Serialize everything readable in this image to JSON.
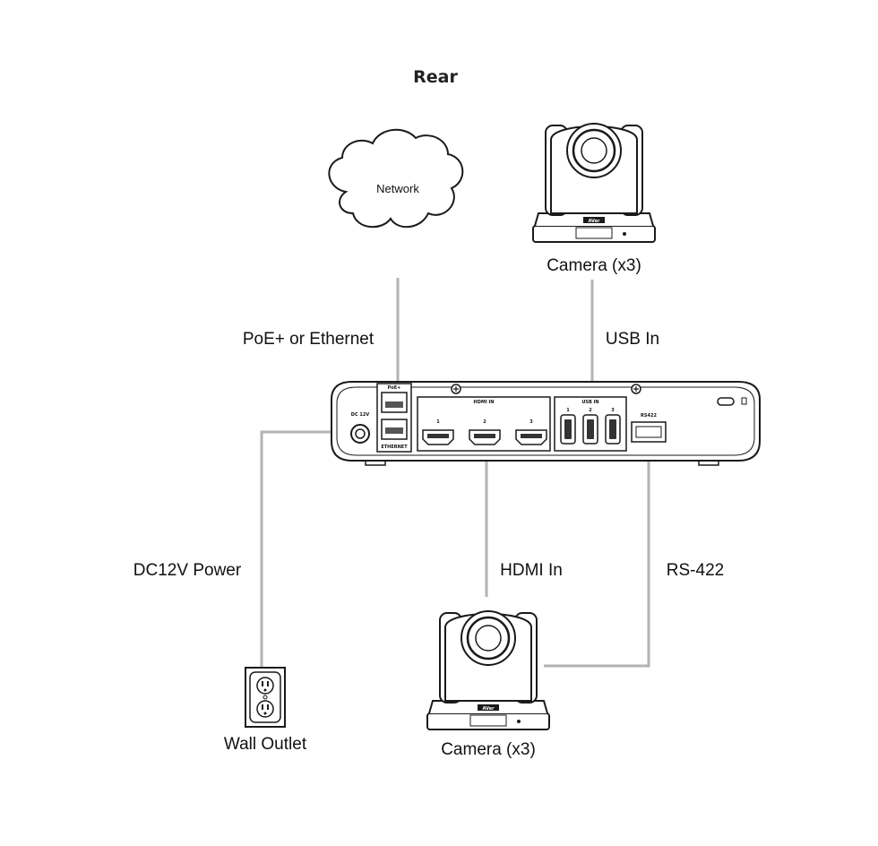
{
  "title": "Rear",
  "network": {
    "label": "Network"
  },
  "camera_top": {
    "label": "Camera (x3)",
    "brand": "AVer"
  },
  "camera_bottom": {
    "label": "Camera (x3)",
    "brand": "AVer"
  },
  "connections": {
    "poe": "PoE+ or Ethernet",
    "usb": "USB In",
    "dc": "DC12V Power",
    "hdmi": "HDMI In",
    "rs422": "RS-422"
  },
  "outlet": {
    "label": "Wall Outlet"
  },
  "device": {
    "dc_label": "DC 12V",
    "poe_label": "PoE+",
    "ethernet_label": "ETHERNET",
    "hdmi_in_label": "HDMI IN",
    "hdmi_ports": [
      "1",
      "2",
      "3"
    ],
    "usb_in_label": "USB IN",
    "usb_ports": [
      "1",
      "2",
      "3"
    ],
    "rs422_label": "RS422"
  },
  "colors": {
    "wire": "#b3b3b3",
    "outline": "#1a1a1a"
  }
}
